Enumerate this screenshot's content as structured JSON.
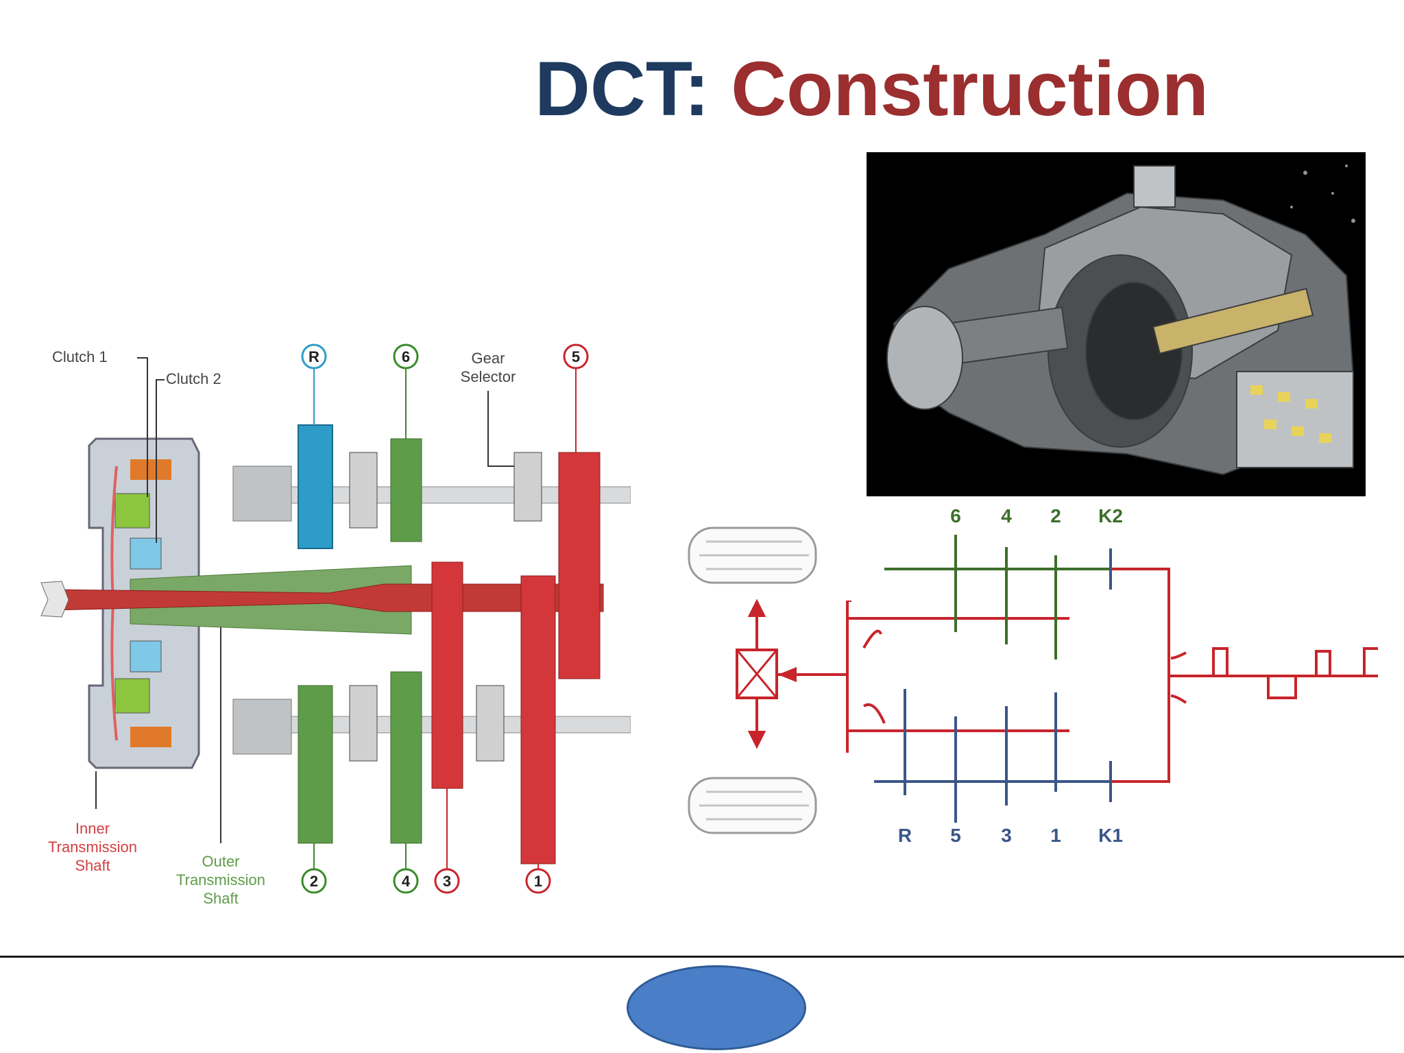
{
  "title": {
    "prefix": "DCT:",
    "main": "Construction"
  },
  "colors": {
    "title_prefix": "#1f3a5f",
    "title_main": "#9b2e2e",
    "oval": "#4a7fc8",
    "red": "#c8242b",
    "green": "#4e8a3a",
    "blue": "#3a5688",
    "cyan": "#2e8cb4"
  },
  "cutaway_labels": {
    "clutch1": "Clutch 1",
    "clutch2": "Clutch 2",
    "gear_selector_1": "Gear",
    "gear_selector_2": "Selector",
    "inner_shaft_1": "Inner",
    "inner_shaft_2": "Transmission",
    "inner_shaft_3": "Shaft",
    "outer_shaft_1": "Outer",
    "outer_shaft_2": "Transmission",
    "outer_shaft_3": "Shaft",
    "gear_R": "R",
    "gear_6": "6",
    "gear_5": "5",
    "gear_2": "2",
    "gear_4": "4",
    "gear_3": "3",
    "gear_1": "1"
  },
  "schematic_labels": {
    "top": [
      "6",
      "4",
      "2",
      "K2"
    ],
    "bottom": [
      "R",
      "5",
      "3",
      "1",
      "K1"
    ]
  }
}
